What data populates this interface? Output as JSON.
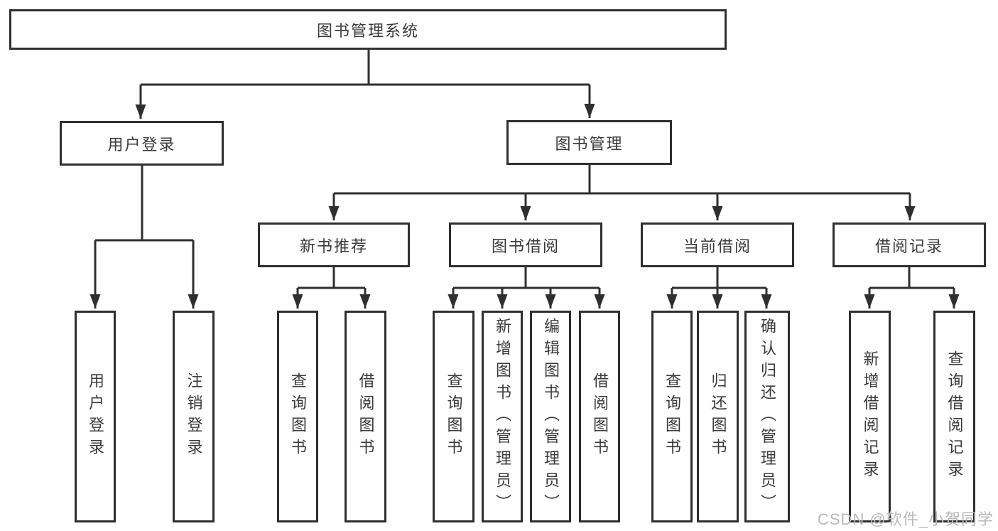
{
  "tree": {
    "root": {
      "label": "图书管理系统"
    },
    "level2": [
      {
        "label": "用户登录"
      },
      {
        "label": "图书管理"
      }
    ],
    "login_children": [
      {
        "label": "用户登录"
      },
      {
        "label": "注销登录"
      }
    ],
    "level3": [
      {
        "label": "新书推荐",
        "children": [
          {
            "label": "查询图书"
          },
          {
            "label": "借阅图书"
          }
        ]
      },
      {
        "label": "图书借阅",
        "children": [
          {
            "label": "查询图书"
          },
          {
            "label": "新增图书（管理员）"
          },
          {
            "label": "编辑图书（管理员）"
          },
          {
            "label": "借阅图书"
          }
        ]
      },
      {
        "label": "当前借阅",
        "children": [
          {
            "label": "查询图书"
          },
          {
            "label": "归还图书"
          },
          {
            "label": "确认归还（管理员）"
          }
        ]
      },
      {
        "label": "借阅记录",
        "children": [
          {
            "label": "新增借阅记录"
          },
          {
            "label": "查询借阅记录"
          }
        ]
      }
    ]
  },
  "watermark": "CSDN @软件_小贺同学",
  "colors": {
    "line": "#2f2f2f",
    "text": "#3a3a3a",
    "background": "#ffffff",
    "watermark": "#b9b9b9"
  }
}
